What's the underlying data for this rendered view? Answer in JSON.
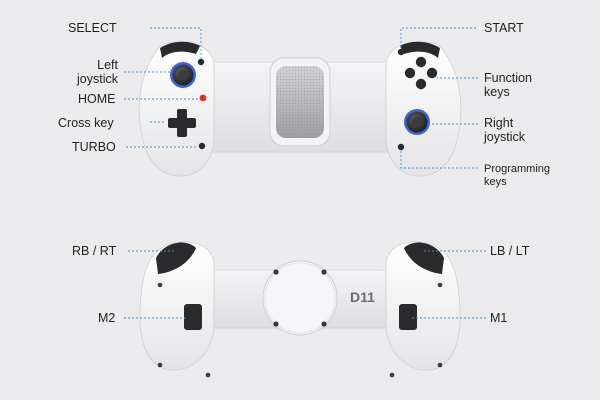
{
  "labels": {
    "select": "SELECT",
    "left_joystick": [
      "Left",
      "joystick"
    ],
    "home": "HOME",
    "cross_key": "Cross key",
    "turbo": "TURBO",
    "start": "START",
    "function_keys": [
      "Function",
      "keys"
    ],
    "right_joystick": [
      "Right",
      "joystick"
    ],
    "programming_keys": [
      "Programming",
      "keys"
    ],
    "rb_rt": "RB / RT",
    "lb_lt": "LB / LT",
    "m2": "M2",
    "m1": "M1",
    "model": "D11"
  },
  "colors": {
    "background": "#ebebed",
    "controller_body": "#f7f7f8",
    "controller_shade": "#dcdcdf",
    "button_dark": "#2a2a2c",
    "joystick_ring": "#2a52d6",
    "home_led": "#d8332f",
    "leader_line": "#3e8fd6"
  }
}
